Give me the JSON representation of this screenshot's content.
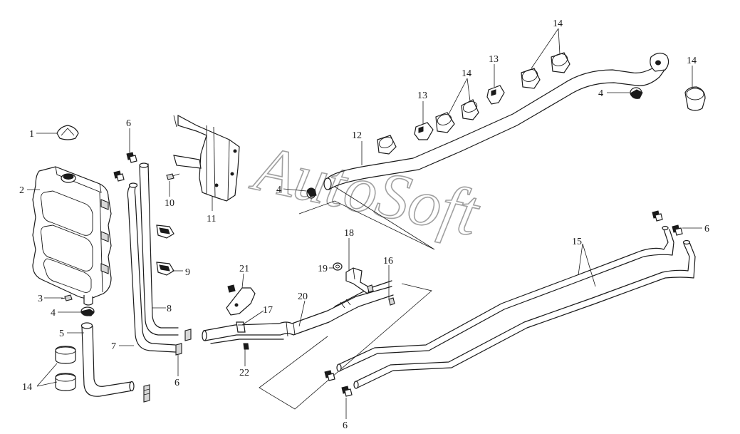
{
  "watermark": "AutoSoft",
  "callouts": [
    {
      "id": "c1",
      "text": "1"
    },
    {
      "id": "c2",
      "text": "2"
    },
    {
      "id": "c3",
      "text": "3"
    },
    {
      "id": "c4a",
      "text": "4"
    },
    {
      "id": "c5",
      "text": "5"
    },
    {
      "id": "c14a",
      "text": "14"
    },
    {
      "id": "c6a",
      "text": "6"
    },
    {
      "id": "c10",
      "text": "10"
    },
    {
      "id": "c11",
      "text": "11"
    },
    {
      "id": "c9",
      "text": "9"
    },
    {
      "id": "c8",
      "text": "8"
    },
    {
      "id": "c7",
      "text": "7"
    },
    {
      "id": "c6b",
      "text": "6"
    },
    {
      "id": "c4b",
      "text": "4"
    },
    {
      "id": "c12",
      "text": "12"
    },
    {
      "id": "c13a",
      "text": "13"
    },
    {
      "id": "c14b",
      "text": "14"
    },
    {
      "id": "c13b",
      "text": "13"
    },
    {
      "id": "c14c",
      "text": "14"
    },
    {
      "id": "c4c",
      "text": "4"
    },
    {
      "id": "c14d",
      "text": "14"
    },
    {
      "id": "c6c",
      "text": "6"
    },
    {
      "id": "c15",
      "text": "15"
    },
    {
      "id": "c18",
      "text": "18"
    },
    {
      "id": "c19",
      "text": "19"
    },
    {
      "id": "c16",
      "text": "16"
    },
    {
      "id": "c21",
      "text": "21"
    },
    {
      "id": "c17",
      "text": "17"
    },
    {
      "id": "c20",
      "text": "20"
    },
    {
      "id": "c22",
      "text": "22"
    },
    {
      "id": "c6d",
      "text": "6"
    }
  ]
}
